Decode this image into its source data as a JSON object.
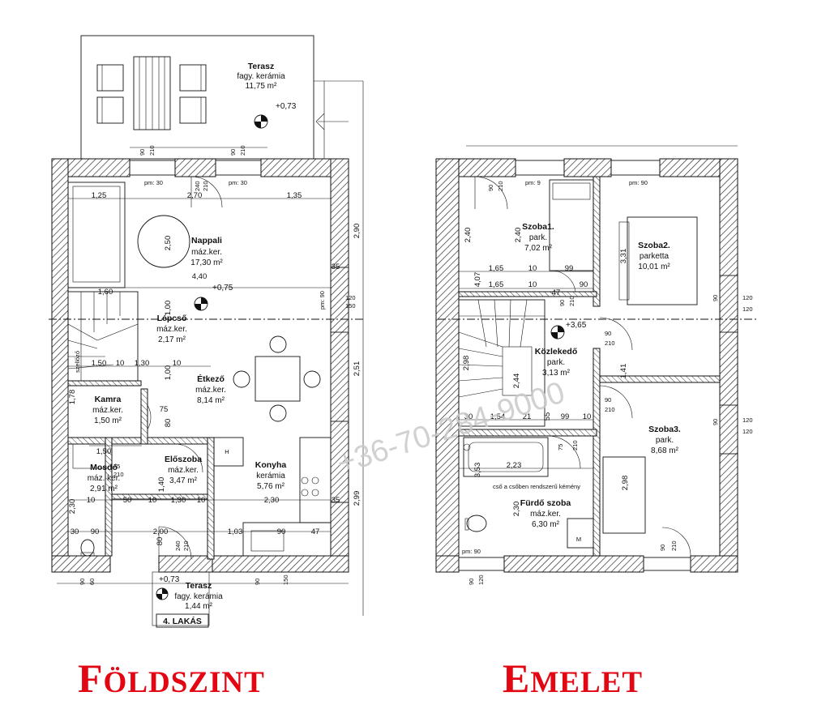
{
  "titles": {
    "ground_big": "F",
    "ground_small": "ÖLDSZINT",
    "upper_big": "E",
    "upper_small": "MELET"
  },
  "colors": {
    "title": "#e30613",
    "watermark": "#c9c9c9",
    "hatch": "#222222"
  },
  "watermark": "+36-70-284-9000",
  "ground_rooms": {
    "terasz_top": {
      "name": "Terasz",
      "l1": "fagy. kerámia",
      "l2": "11,75 m²",
      "level": "+0,73"
    },
    "nappali": {
      "name": "Nappali",
      "l1": "máz.ker.",
      "l2": "17,30 m²"
    },
    "lepcso": {
      "name": "Lépcső",
      "l1": "máz.ker.",
      "l2": "2,17 m²"
    },
    "etkezo": {
      "name": "Étkező",
      "l1": "máz.ker.",
      "l2": "8,14 m²"
    },
    "kamra": {
      "name": "Kamra",
      "l1": "máz.ker.",
      "l2": "1,50 m²"
    },
    "mosdo": {
      "name": "Mosdó",
      "l1": "máz. ker.",
      "l2": "2,91 m²"
    },
    "eloszoba": {
      "name": "Előszoba",
      "l1": "máz.ker.",
      "l2": "3,47 m²"
    },
    "konyha": {
      "name": "Konyha",
      "l1": "kerámia",
      "l2": "5,76 m²"
    },
    "terasz_bottom": {
      "name": "Terasz",
      "l1": "fagy. kerámia",
      "l2": "1,44 m²",
      "level": "+0,73"
    },
    "floor_level": "+0,75",
    "unit_label": "4. LAKÁS",
    "szellozo": "szellőző"
  },
  "ground_dims": {
    "d_1_25": "1,25",
    "d_2_70": "2,70",
    "d_1_35": "1,35",
    "d_2_50": "2,50",
    "d_4_40": "4,40",
    "d_1_60": "1,60",
    "d_2_90": "2,90",
    "d_2_51": "2,51",
    "d_2_99": "2,99",
    "d_1_50a": "1,50",
    "d_10a": "10",
    "d_1_30a": "1,30",
    "d_10b": "10",
    "d_1_00a": "1,00",
    "d_1_00b": "1,00",
    "d_1_78": "1,78",
    "d_75": "75",
    "d_80a": "80",
    "d_1_50b": "1,50",
    "d_1_40": "1,40",
    "d_10c": "10",
    "d_50": "50",
    "d_10d": "10",
    "d_1_30b": "1,30",
    "d_10e": "10",
    "d_2_30a": "2,30",
    "d_2_30b": "2,30",
    "d_30": "30",
    "d_90a": "90",
    "d_2_00": "2,00",
    "d_1_03": "1,03",
    "d_90b": "90",
    "d_47": "47",
    "d_35a": "35",
    "d_35b": "35",
    "d_80b": "80",
    "pm30a": "pm: 30",
    "pm30b": "pm: 30",
    "w90a": "90",
    "w210a": "210",
    "w90b": "90",
    "w210b": "210",
    "w120": "120",
    "w150": "150",
    "wpm90": "pm: 90",
    "b90": "90",
    "b60": "60",
    "b90c": "90",
    "b150": "150",
    "k240": "240",
    "k210": "210",
    "k240b": "240",
    "k210b": "210",
    "k75": "75",
    "k210c": "210"
  },
  "upper_rooms": {
    "szoba1": {
      "name": "Szoba1.",
      "l1": "park.",
      "l2": "7,02 m²"
    },
    "szoba2": {
      "name": "Szoba2.",
      "l1": "parketta",
      "l2": "10,01 m²"
    },
    "kozlekedo": {
      "name": "Közlekedő",
      "l1": "park.",
      "l2": "3,13 m²"
    },
    "szoba3": {
      "name": "Szoba3.",
      "l1": "park.",
      "l2": "8,68 m²"
    },
    "furdo": {
      "name": "Fürdő szoba",
      "l1": "máz.ker.",
      "l2": "6,30 m²"
    },
    "floor_level": "+3,65",
    "chimney_note": "cső a csőben rendszerű kémény",
    "m_label": "M"
  },
  "upper_dims": {
    "u2_40a": "2,40",
    "u2_40b": "2,40",
    "u4_07": "4,07",
    "u3_31": "3,31",
    "u1_65a": "1,65",
    "u10a": "10",
    "u99a": "99",
    "u1_65b": "1,65",
    "u10b": "10",
    "u90a": "90",
    "u47": "47",
    "u2_98": "2,98",
    "u2_44": "2,44",
    "u1_41": "1,41",
    "u30": "30",
    "u1_54": "1,54",
    "u21": "21",
    "u55": "55",
    "u99b": "99",
    "u10c": "10",
    "u2_23": "2,23",
    "u3_53": "3,53",
    "u2_30": "2,30",
    "u2_98b": "2,98",
    "upm9": "pm: 9",
    "upm90a": "pm: 90",
    "upm90b": "pm: 90",
    "u90d": "90",
    "u210d": "210",
    "u120a": "120",
    "u120b": "120",
    "u120c": "120",
    "u120d": "120",
    "u90e": "90",
    "u90f": "90",
    "u90g": "90",
    "u120e": "120",
    "u90h": "90",
    "u210e": "210",
    "u90i": "90",
    "u210f": "210",
    "u90j": "90",
    "u210g": "210",
    "u75": "75",
    "u210h": "210",
    "u90k": "90",
    "u210i": "210"
  }
}
